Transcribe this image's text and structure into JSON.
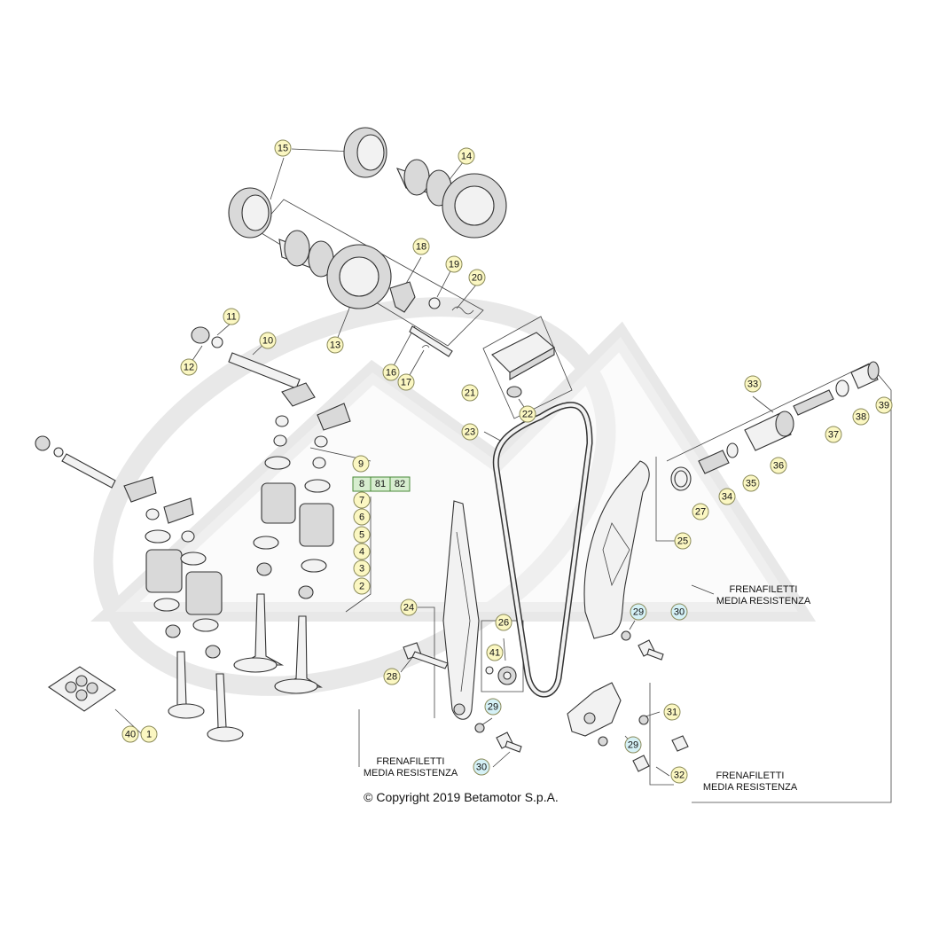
{
  "diagram": {
    "copyright": "© Copyright 2019 Betamotor S.p.A.",
    "notes": [
      {
        "id": "note-1",
        "line1": "FRENAFILETTI",
        "line2": "MEDIA RESISTENZA"
      },
      {
        "id": "note-2",
        "line1": "FRENAFILETTI",
        "line2": "MEDIA RESISTENZA"
      },
      {
        "id": "note-3",
        "line1": "FRENAFILETTI",
        "line2": "MEDIA RESISTENZA"
      }
    ],
    "callouts": [
      {
        "label": "15",
        "style": "yellow"
      },
      {
        "label": "14",
        "style": "yellow"
      },
      {
        "label": "18",
        "style": "yellow"
      },
      {
        "label": "19",
        "style": "yellow"
      },
      {
        "label": "20",
        "style": "yellow"
      },
      {
        "label": "11",
        "style": "yellow"
      },
      {
        "label": "10",
        "style": "yellow"
      },
      {
        "label": "12",
        "style": "yellow"
      },
      {
        "label": "13",
        "style": "yellow"
      },
      {
        "label": "16",
        "style": "yellow"
      },
      {
        "label": "17",
        "style": "yellow"
      },
      {
        "label": "21",
        "style": "yellow"
      },
      {
        "label": "22",
        "style": "yellow"
      },
      {
        "label": "23",
        "style": "yellow"
      },
      {
        "label": "33",
        "style": "yellow"
      },
      {
        "label": "39",
        "style": "yellow"
      },
      {
        "label": "38",
        "style": "yellow"
      },
      {
        "label": "37",
        "style": "yellow"
      },
      {
        "label": "36",
        "style": "yellow"
      },
      {
        "label": "35",
        "style": "yellow"
      },
      {
        "label": "34",
        "style": "yellow"
      },
      {
        "label": "27",
        "style": "yellow"
      },
      {
        "label": "25",
        "style": "yellow"
      },
      {
        "label": "9",
        "style": "yellow"
      },
      {
        "label": "7",
        "style": "yellow"
      },
      {
        "label": "6",
        "style": "yellow"
      },
      {
        "label": "5",
        "style": "yellow"
      },
      {
        "label": "4",
        "style": "yellow"
      },
      {
        "label": "3",
        "style": "yellow"
      },
      {
        "label": "2",
        "style": "yellow"
      },
      {
        "label": "24",
        "style": "yellow"
      },
      {
        "label": "26",
        "style": "yellow"
      },
      {
        "label": "41",
        "style": "yellow"
      },
      {
        "label": "28",
        "style": "yellow"
      },
      {
        "label": "29",
        "style": "cyan"
      },
      {
        "label": "30",
        "style": "cyan"
      },
      {
        "label": "29",
        "style": "cyan"
      },
      {
        "label": "30",
        "style": "cyan"
      },
      {
        "label": "31",
        "style": "yellow"
      },
      {
        "label": "29",
        "style": "cyan"
      },
      {
        "label": "32",
        "style": "yellow"
      },
      {
        "label": "40",
        "style": "yellow"
      },
      {
        "label": "1",
        "style": "yellow"
      }
    ],
    "tags": [
      {
        "label": "8",
        "style": "green"
      },
      {
        "label": "81",
        "style": "green"
      },
      {
        "label": "82",
        "style": "green"
      }
    ],
    "colors": {
      "callout_yellow": "#fbf7c2",
      "callout_cyan": "#d5f1f6",
      "tag_green": "#d7edcf",
      "line": "#333333"
    }
  }
}
